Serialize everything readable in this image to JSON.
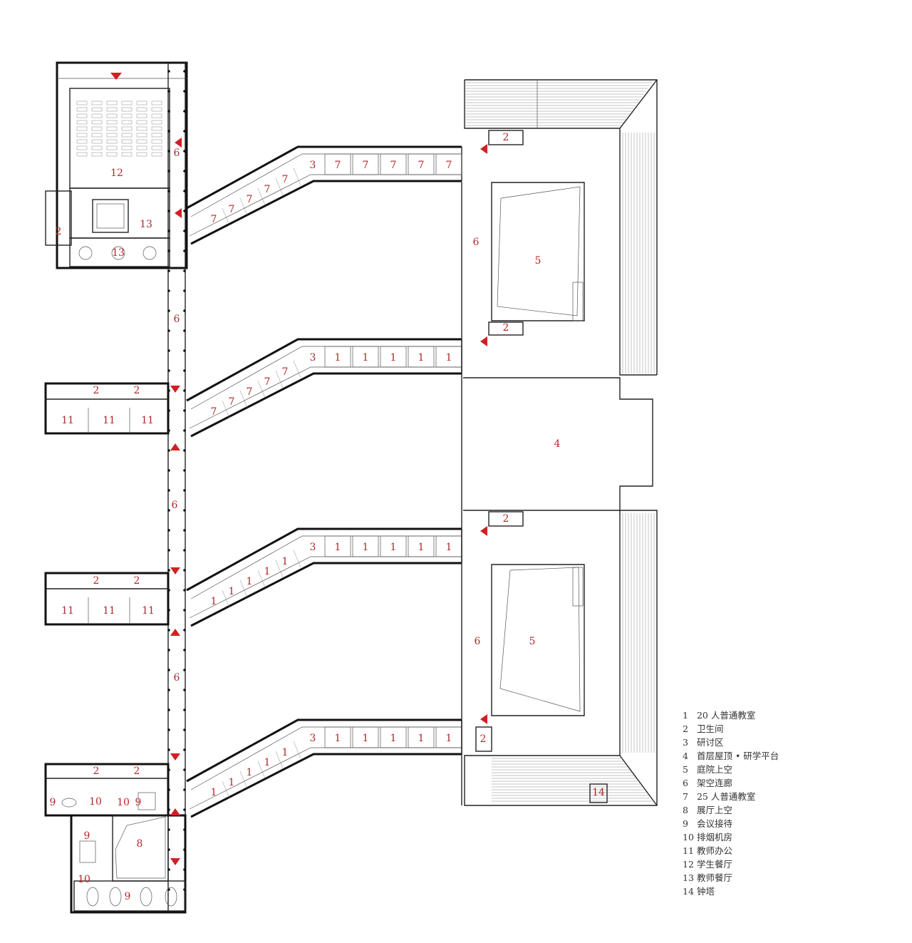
{
  "plan_labels": {
    "dining_hall": "12",
    "teacher_dining": "13",
    "toilet": "2",
    "bridge": "6",
    "seminar": "3",
    "classroom_20": "1",
    "classroom_25": "7",
    "courtyard_void": "5",
    "roof_platform": "4",
    "exhibition_void": "8",
    "meeting": "9",
    "smoke_room": "10",
    "office": "11",
    "clock_tower": "14"
  },
  "legend": [
    {
      "num": "1",
      "text": "20 人普通教室"
    },
    {
      "num": "2",
      "text": "卫生间"
    },
    {
      "num": "3",
      "text": "研讨区"
    },
    {
      "num": "4",
      "text": "首层屋顶 • 研学平台"
    },
    {
      "num": "5",
      "text": "庭院上空"
    },
    {
      "num": "6",
      "text": "架空连廊"
    },
    {
      "num": "7",
      "text": "25 人普通教室"
    },
    {
      "num": "8",
      "text": "展厅上空"
    },
    {
      "num": "9",
      "text": "会议接待"
    },
    {
      "num": "10",
      "text": "排烟机房"
    },
    {
      "num": "11",
      "text": "教师办公"
    },
    {
      "num": "12",
      "text": "学生餐厅"
    },
    {
      "num": "13",
      "text": "教师餐厅"
    },
    {
      "num": "14",
      "text": "钟塔"
    }
  ],
  "colors": {
    "label": "#b0282a",
    "arrow": "#d21f24",
    "line": "#222222"
  }
}
